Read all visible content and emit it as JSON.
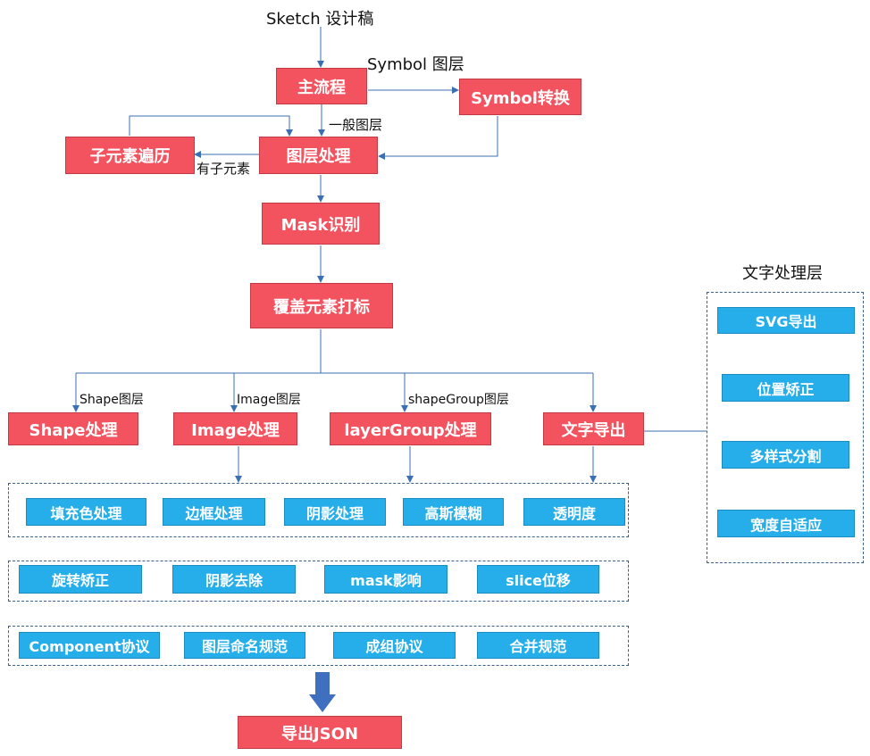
{
  "source_label": "Sketch 设计稿",
  "edge_labels": {
    "symbol_layer": "Symbol 图层",
    "general_layer": "一般图层",
    "has_children": "有子元素",
    "shape_layer": "Shape图层",
    "image_layer": "Image图层",
    "shapegroup_layer": "shapeGroup图层"
  },
  "nodes": {
    "main_flow": "主流程",
    "symbol_convert": "Symbol转换",
    "child_traverse": "子元素遍历",
    "layer_process": "图层处理",
    "mask_detect": "Mask识别",
    "overlay_mark": "覆盖元素打标",
    "shape_process": "Shape处理",
    "image_process": "Image处理",
    "layergroup_process": "layerGroup处理",
    "text_export": "文字导出",
    "export_json": "导出JSON"
  },
  "style_group_1": [
    "填充色处理",
    "边框处理",
    "阴影处理",
    "高斯模糊",
    "透明度"
  ],
  "style_group_2": [
    "旋转矫正",
    "阴影去除",
    "mask影响",
    "slice位移"
  ],
  "protocol_group": [
    "Component协议",
    "图层命名规范",
    "成组协议",
    "合并规范"
  ],
  "text_layer": {
    "title": "文字处理层",
    "items": [
      "SVG导出",
      "位置矫正",
      "多样式分割",
      "宽度自适应"
    ]
  },
  "colors": {
    "process_node": "#f2535f",
    "sub_step": "#25aee9",
    "connector": "#3b6fb3",
    "big_arrow": "#3f6fbf"
  }
}
